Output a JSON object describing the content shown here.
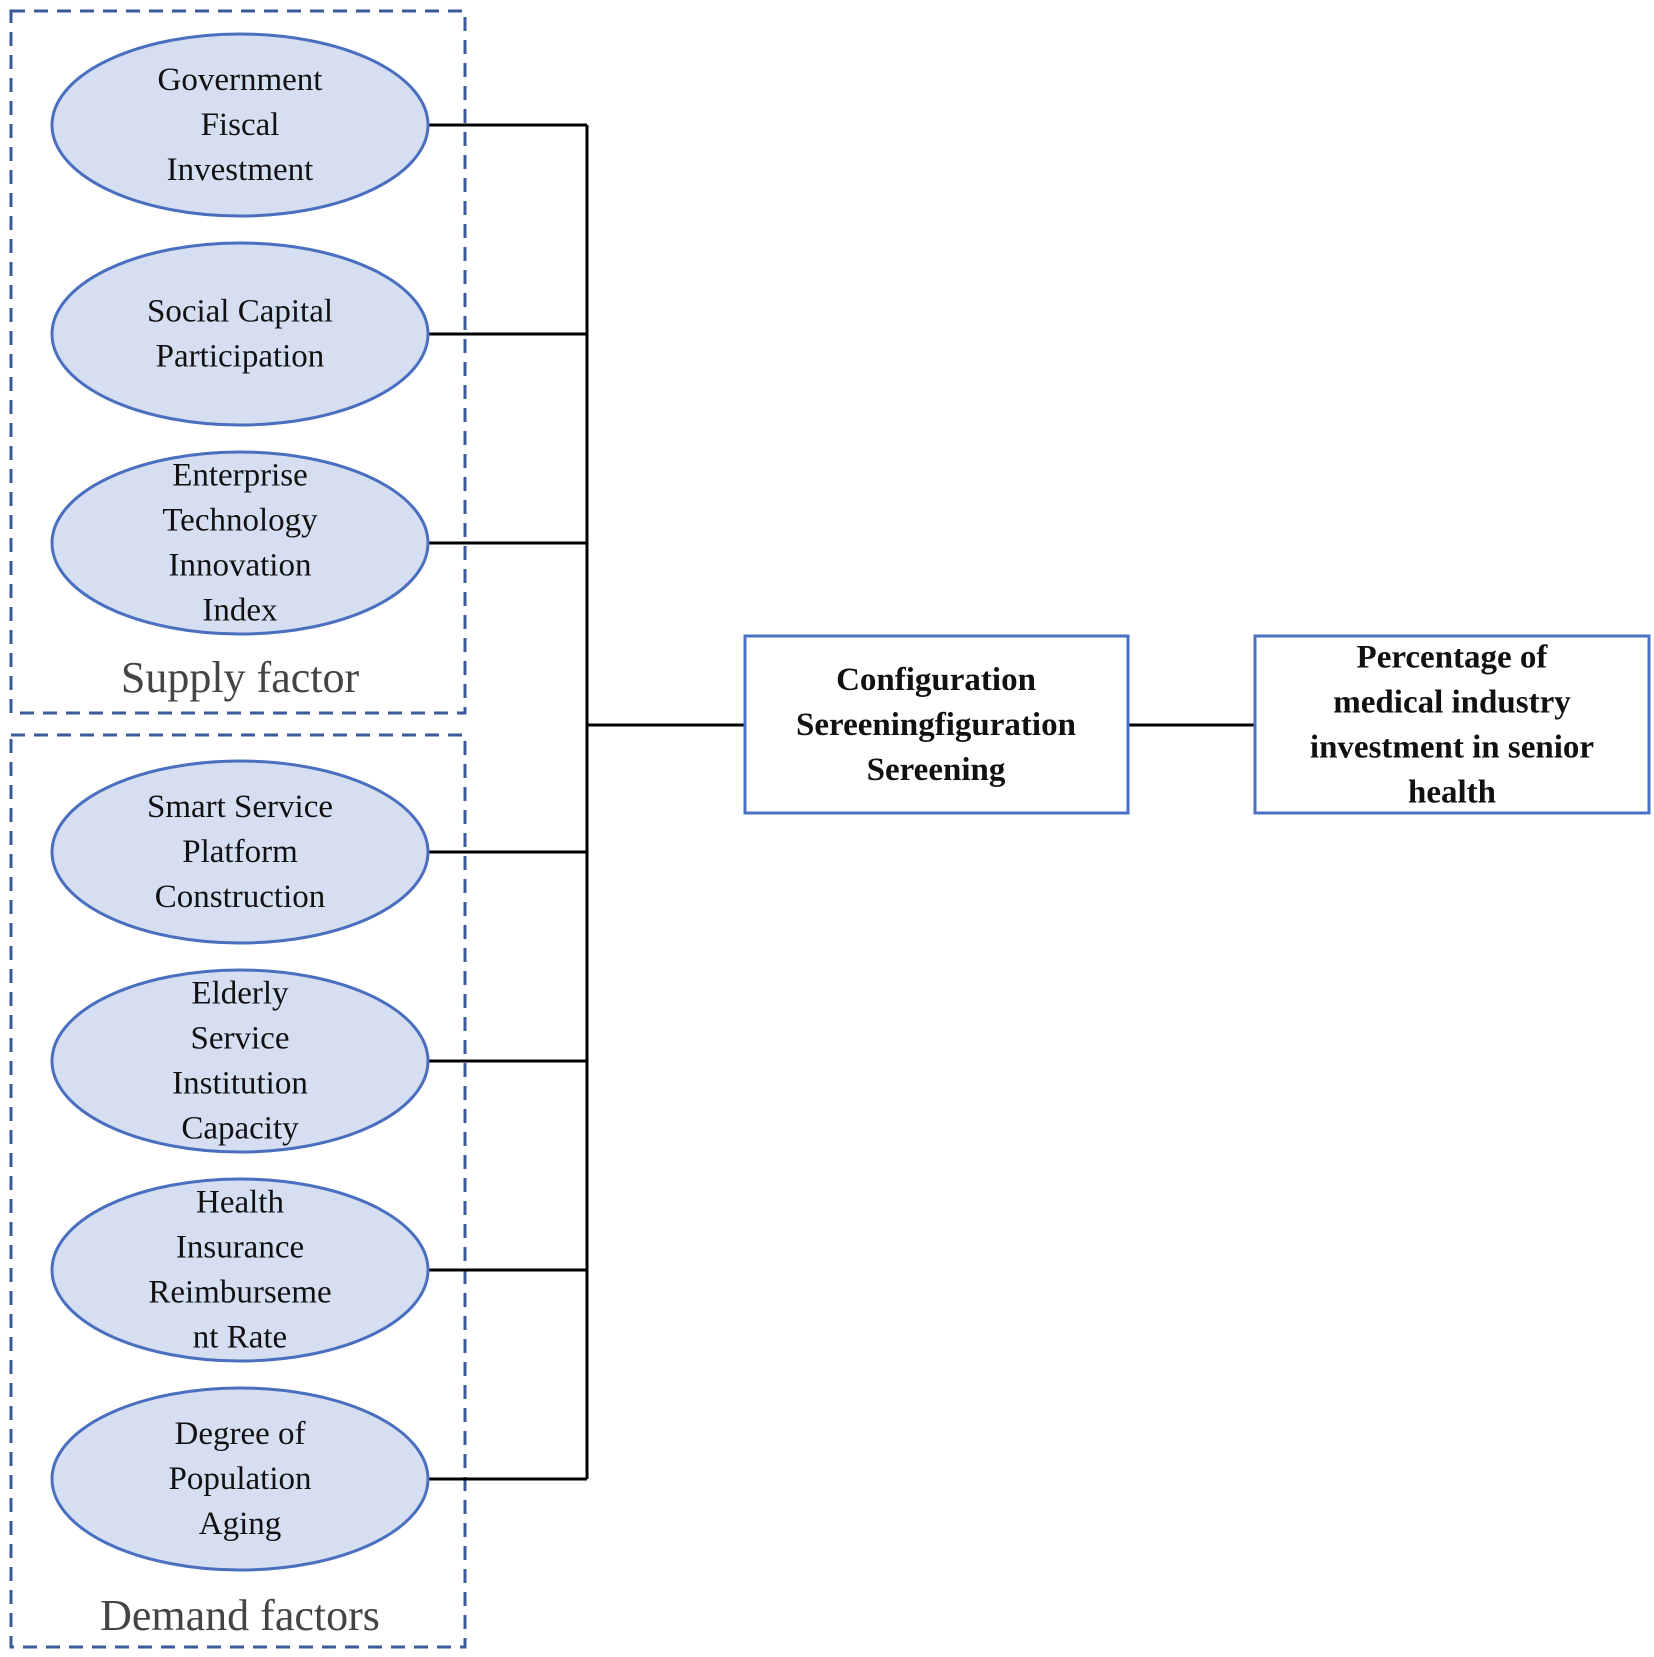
{
  "colors": {
    "ellipse_fill": "#d6def2",
    "ellipse_stroke": "#4a6fbf",
    "group_border": "#3a5a9a",
    "box_border": "#4a72c4",
    "connector": "#000000"
  },
  "groups": {
    "supply": {
      "label": "Supply factor",
      "factors": [
        {
          "lines": [
            "Government",
            "Fiscal",
            "Investment"
          ]
        },
        {
          "lines": [
            "Social Capital",
            "Participation"
          ]
        },
        {
          "lines": [
            "Enterprise",
            "Technology",
            "Innovation",
            "Index"
          ]
        }
      ]
    },
    "demand": {
      "label": "Demand factors",
      "factors": [
        {
          "lines": [
            "Smart Service",
            "Platform",
            "Construction"
          ]
        },
        {
          "lines": [
            "Elderly",
            "Service",
            "Institution",
            "Capacity"
          ]
        },
        {
          "lines": [
            "Health",
            "Insurance",
            "Reimburseme",
            "nt Rate"
          ]
        },
        {
          "lines": [
            "Degree of",
            "Population",
            "Aging"
          ]
        }
      ]
    }
  },
  "screening": {
    "lines": [
      "Configuration",
      "Sereeningfiguration",
      "Sereening"
    ]
  },
  "outcome": {
    "lines": [
      "Percentage of",
      "medical industry",
      "investment in senior",
      "health"
    ]
  }
}
